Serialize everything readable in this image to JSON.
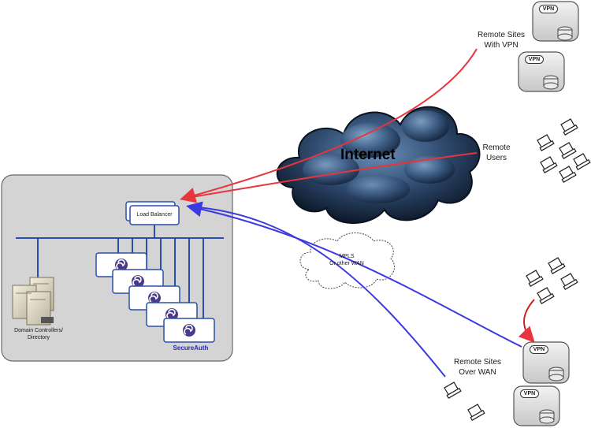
{
  "diagram": {
    "cloud_label": "Internet",
    "remote_vpn_label_1": "Remote Sites",
    "remote_vpn_label_2": "With VPN",
    "remote_users_label_1": "Remote",
    "remote_users_label_2": "Users",
    "mpls_label_1": "MPLS",
    "mpls_label_2": "Or other WAN",
    "remote_wan_label_1": "Remote Sites",
    "remote_wan_label_2": "Over WAN",
    "load_balancer_label": "Load Balancer",
    "domain_controllers_label_1": "Domain Controllers/",
    "domain_controllers_label_2": "Directory",
    "secureauth_label": "SecureAuth",
    "vpn_badge": "VPN"
  },
  "colors": {
    "internet_link": "#e8343c",
    "wan_link": "#3a3ae0",
    "network_bus": "#2a4fa8",
    "datacenter_bg": "#d4d4d4",
    "secureauth_text": "#2a2ab8"
  }
}
